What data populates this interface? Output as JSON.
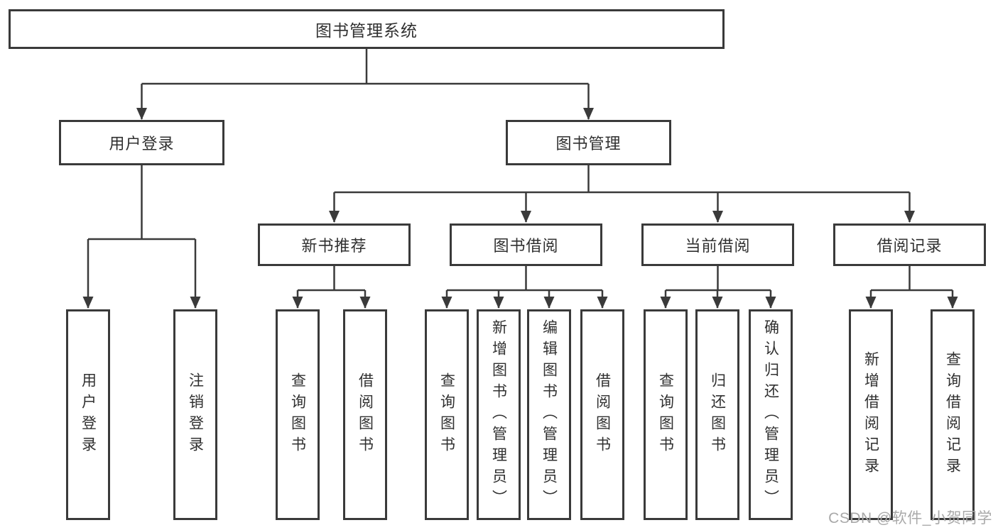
{
  "diagram": {
    "root": {
      "label": "图书管理系统"
    },
    "branches": [
      {
        "label": "用户登录",
        "children": [
          {
            "label": "用户登录"
          },
          {
            "label": "注销登录"
          }
        ]
      },
      {
        "label": "图书管理",
        "modules": [
          {
            "label": "新书推荐",
            "children": [
              {
                "label": "查询图书"
              },
              {
                "label": "借阅图书"
              }
            ]
          },
          {
            "label": "图书借阅",
            "children": [
              {
                "label": "查询图书"
              },
              {
                "label": "新增图书（管理员）"
              },
              {
                "label": "编辑图书（管理员）"
              },
              {
                "label": "借阅图书"
              }
            ]
          },
          {
            "label": "当前借阅",
            "children": [
              {
                "label": "查询图书"
              },
              {
                "label": "归还图书"
              },
              {
                "label": "确认归还（管理员）"
              }
            ]
          },
          {
            "label": "借阅记录",
            "children": [
              {
                "label": "新增借阅记录"
              },
              {
                "label": "查询借阅记录"
              }
            ]
          }
        ]
      }
    ]
  },
  "watermark": {
    "text": "CSDN @软件_小贺同学"
  },
  "colors": {
    "line": "#3a3a3a",
    "text": "#303030",
    "watermark": "#a9a9a9",
    "background": "#ffffff"
  }
}
